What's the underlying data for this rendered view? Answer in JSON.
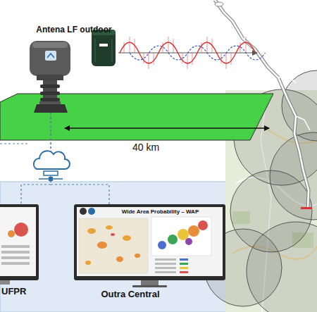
{
  "diagram": {
    "nodes": [
      {
        "text": [
          "Antena LF outdoor"
        ]
      },
      {
        "text": [
          "UFPR"
        ]
      },
      {
        "text": [
          "Wide Area Probability – WAP",
          "Outra Central"
        ]
      }
    ],
    "edges": [
      {
        "from": 0,
        "to": 1,
        "arrow": "none"
      },
      {
        "from": 0,
        "to": 2,
        "arrow": "none"
      }
    ],
    "labels": [
      "40 km"
    ]
  }
}
